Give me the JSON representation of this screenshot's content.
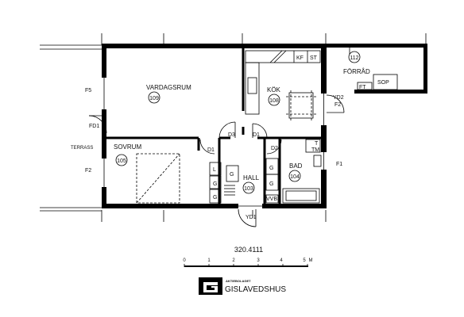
{
  "plan": {
    "rooms": [
      {
        "key": "vardagsrum",
        "name": "VARDAGSRUM",
        "number": "109"
      },
      {
        "key": "kok",
        "name": "KÖK",
        "number": "108"
      },
      {
        "key": "forrad",
        "name": "FÖRRÅD",
        "number": "112"
      },
      {
        "key": "sovrum",
        "name": "SOVRUM",
        "number": "105"
      },
      {
        "key": "hall",
        "name": "HALL",
        "number": "103"
      },
      {
        "key": "bad",
        "name": "BAD",
        "number": "104"
      }
    ],
    "kitchen_labels": {
      "kf": "KF",
      "st": "ST"
    },
    "storage_labels": {
      "sop": "SOP",
      "ft": "FT"
    },
    "closet_labels": {
      "l": "L",
      "g": "G"
    },
    "bath_labels": {
      "t": "T",
      "tm": "TM",
      "vvb": "VVB"
    },
    "doors": {
      "d1": "D1",
      "d2": "D2",
      "d3": "D3",
      "fd1": "FD1",
      "yd1": "YD1",
      "yd2": "YD2"
    },
    "windows": {
      "f1": "F1",
      "f2": "F2",
      "f5": "F5"
    },
    "terrace": "TERRASS"
  },
  "drawing_number": "320.4111",
  "scale": {
    "ticks": [
      "0",
      "1",
      "2",
      "3",
      "4",
      "5"
    ],
    "unit": "M"
  },
  "logo": {
    "small": "AKTIEBOLAGET",
    "name": "GISLAVEDSHUS"
  }
}
